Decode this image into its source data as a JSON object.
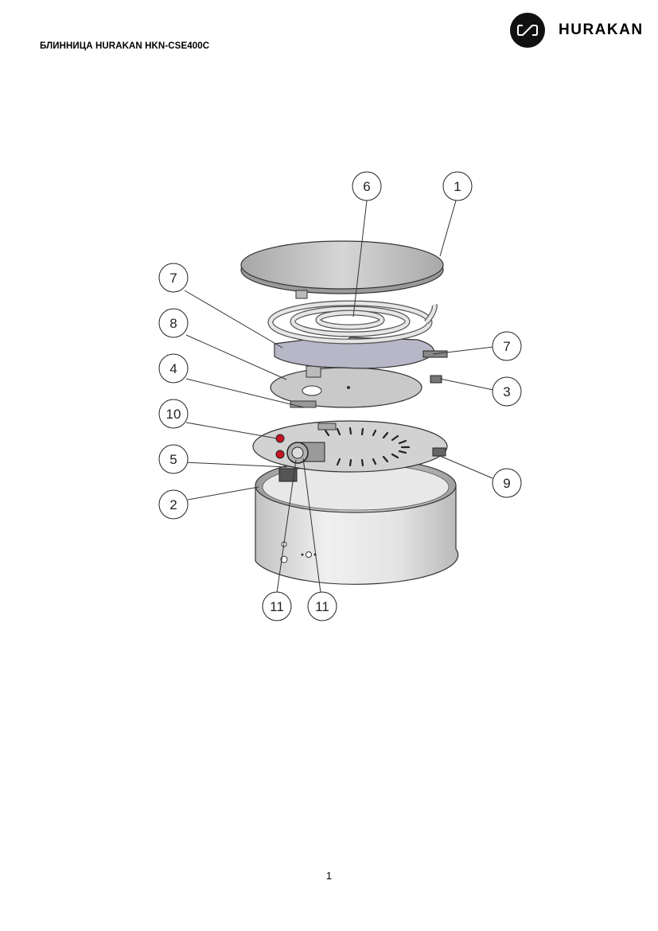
{
  "header": {
    "doc_title": "БЛИННИЦА HURAKAN HKN-CSE400C",
    "brand_name": "HURAKAN",
    "logo_icon": "hurakan-logo-icon"
  },
  "diagram": {
    "callouts": [
      {
        "id": "c6",
        "label": "6"
      },
      {
        "id": "c1",
        "label": "1"
      },
      {
        "id": "c7a",
        "label": "7"
      },
      {
        "id": "c8",
        "label": "8"
      },
      {
        "id": "c7b",
        "label": "7"
      },
      {
        "id": "c4",
        "label": "4"
      },
      {
        "id": "c3",
        "label": "3"
      },
      {
        "id": "c10",
        "label": "10"
      },
      {
        "id": "c5",
        "label": "5"
      },
      {
        "id": "c9",
        "label": "9"
      },
      {
        "id": "c2",
        "label": "2"
      },
      {
        "id": "c11a",
        "label": "11"
      },
      {
        "id": "c11b",
        "label": "11"
      }
    ]
  },
  "footer": {
    "page_number": "1"
  },
  "colors": {
    "badge": "#111111",
    "plate": "#c9c9c9",
    "shield": "#b7b7c8",
    "knob_red": "#c8141e"
  }
}
